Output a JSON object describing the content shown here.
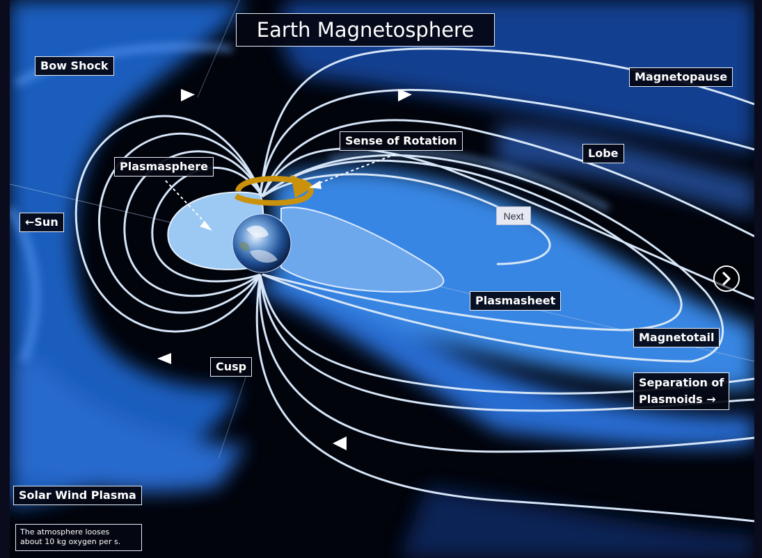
{
  "title": "Earth Magnetosphere",
  "labels": {
    "bow_shock": "Bow Shock",
    "magnetopause": "Magnetopause",
    "sense_of_rotation": "Sense of Rotation",
    "lobe": "Lobe",
    "plasmasphere": "Plasmasphere",
    "sun": "←Sun",
    "plasmasheet": "Plasmasheet",
    "magnetotail": "Magnetotail",
    "separation_line1": "Separation of",
    "separation_line2": "Plasmoids →",
    "cusp": "Cusp",
    "solar_wind": "Solar Wind Plasma"
  },
  "note": {
    "line1": "The atmosphere looses",
    "line2": "about 10 kg oxygen per s."
  },
  "controls": {
    "next_label": "Next",
    "next_icon": "chevron-right-icon"
  },
  "colors": {
    "field_line": "#d6e6f8",
    "plasma_blue": "#2f7fe6",
    "plasmasphere_fill": "#9cc8f4",
    "rotation_arrow": "#c9920a",
    "background": "#02040c"
  }
}
